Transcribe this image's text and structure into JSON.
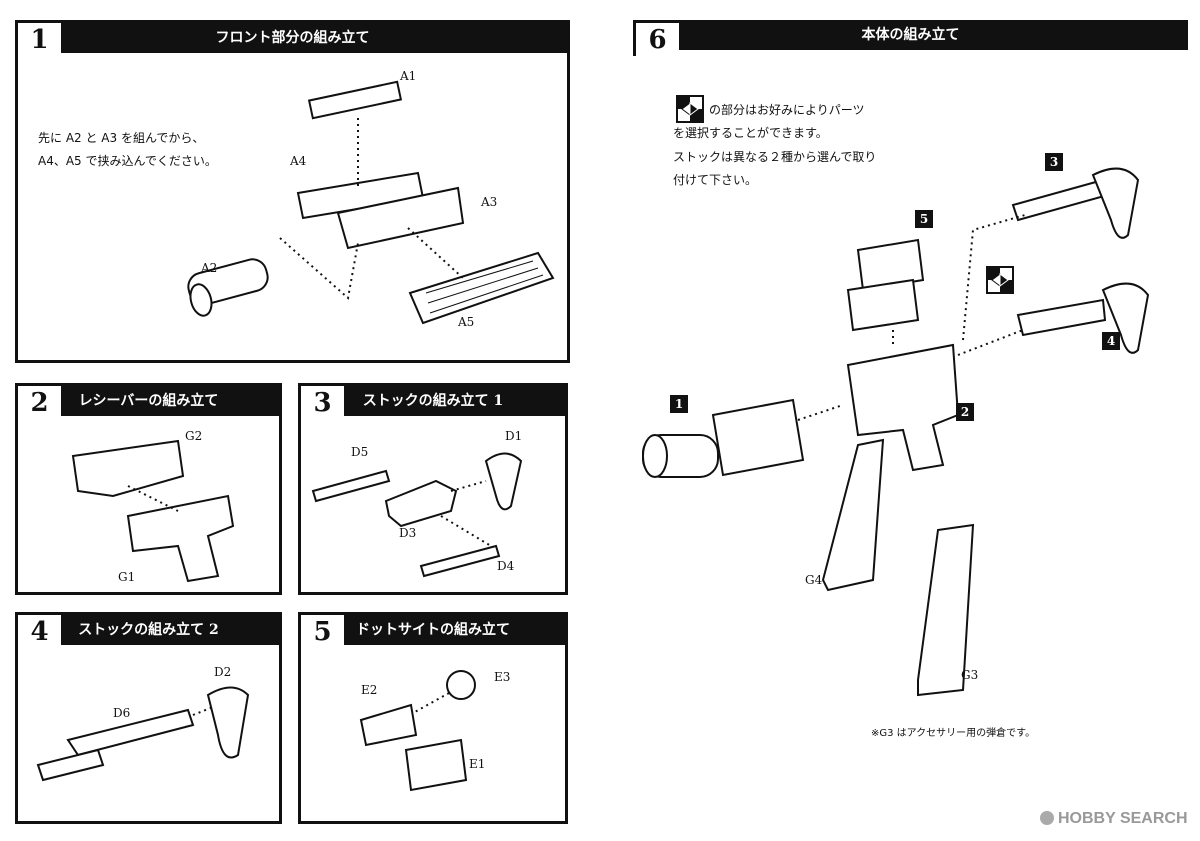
{
  "panels": {
    "p1": {
      "num": "1",
      "title": "フロント部分の組み立て",
      "instr1": "先に A2 と A3 を組んでから、",
      "instr2": "A4、A5 で挟み込んでください。",
      "labels": {
        "a1": "A1",
        "a2": "A2",
        "a3": "A3",
        "a4": "A4",
        "a5": "A5"
      }
    },
    "p2": {
      "num": "2",
      "title": "レシーバーの組み立て",
      "labels": {
        "g1": "G1",
        "g2": "G2"
      }
    },
    "p3": {
      "num": "3",
      "title": "ストックの組み立て 1",
      "labels": {
        "d1": "D1",
        "d3": "D3",
        "d4": "D4",
        "d5": "D5"
      }
    },
    "p4": {
      "num": "4",
      "title": "ストックの組み立て 2",
      "labels": {
        "d2": "D2",
        "d6": "D6"
      }
    },
    "p5": {
      "num": "5",
      "title": "ドットサイトの組み立て",
      "labels": {
        "e1": "E1",
        "e2": "E2",
        "e3": "E3"
      }
    },
    "p6": {
      "num": "6",
      "title": "本体の組み立て",
      "note1": "の部分はお好みによりパーツ",
      "note2": "を選択することができます。",
      "note3": "ストックは異なる２種から選んで取り",
      "note4": "付けて下さい。",
      "tags": {
        "t1": "1",
        "t2": "2",
        "t3": "3",
        "t4": "4",
        "t5": "5"
      },
      "labels": {
        "g3": "G3",
        "g4": "G4"
      },
      "footnote": "※G3 はアクセサリー用の弾倉です。"
    }
  },
  "watermark": "HOBBY SEARCH"
}
